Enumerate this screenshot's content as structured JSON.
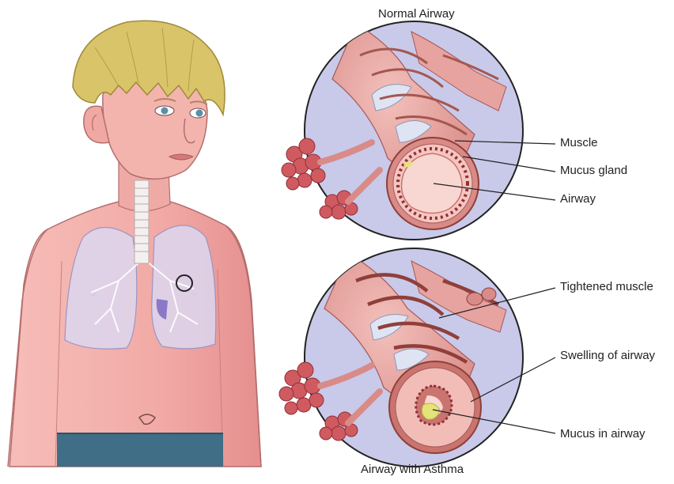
{
  "diagram": {
    "normal": {
      "title": "Normal Airway",
      "labels": {
        "muscle": "Muscle",
        "mucus_gland": "Mucus gland",
        "airway": "Airway"
      }
    },
    "asthma": {
      "title": "Airway with Asthma",
      "labels": {
        "tightened_muscle": "Tightened muscle",
        "swelling": "Swelling of airway",
        "mucus": "Mucus in airway"
      }
    },
    "colors": {
      "skin": "#f2a9a6",
      "hair": "#d9c46a",
      "lung": "#d9d4ee",
      "inset_bg": "#c9c9ea",
      "tissue": "#e79a96",
      "muscle_band": "#b5655c",
      "alveoli": "#cf5a60",
      "mucus": "#e6e27a",
      "pants": "#3f6e86"
    }
  }
}
